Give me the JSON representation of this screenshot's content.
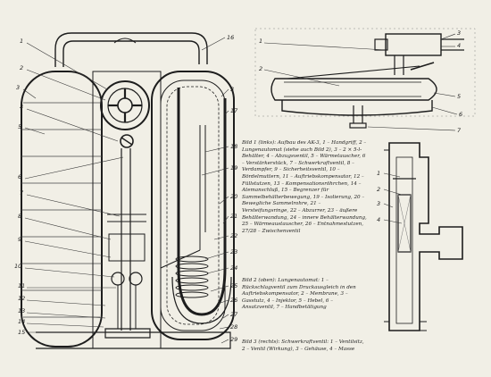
{
  "figure1": {
    "callouts_left": [
      "1",
      "2",
      "3",
      "4",
      "5",
      "6",
      "7",
      "8",
      "9",
      "10",
      "11",
      "12",
      "13",
      "14",
      "15"
    ],
    "callouts_right": [
      "16",
      "3",
      "17",
      "18",
      "19",
      "20",
      "21",
      "22",
      "23",
      "24",
      "25",
      "26",
      "27",
      "28",
      "29"
    ]
  },
  "figure2": {
    "callouts": [
      "1",
      "2",
      "3",
      "4",
      "5",
      "6",
      "7"
    ]
  },
  "figure3": {
    "callouts": [
      "1",
      "2",
      "3",
      "4"
    ]
  },
  "captions": {
    "bild1": "Bild 1 (links): Aufbau des AK-3, 1 – Handgriff, 2 – Lungenautomat (siehe auch Bild 2), 3 – 2 × 5-l-Behälter, 4 – Abzugsventil, 5 – Wärmetauscher, 6 – Verstärkerstück, 7 – Schwerkraftventil, 8 – Verdampfer, 9 – Sicherheitsventil, 10 – Bördelmuttern, 11 – Auftriebskompensator, 12 – Füllstutzen, 13 – Kompensationsröhrchen, 14 – Atemanschluß, 15 – Begrenzer für Sammelbehälterbewegung, 19 – Isolierung, 20 – Bewegliche Sammelrohre, 21 – Versteifungsringe, 22 – Abzurrer, 23 – äußere Behälterwandung, 24 – innere Behälterwandung, 25 – Wärmeaustauscher, 26 – Entnahmestutzen, 27/28 – Zwischenventil",
    "bild2": "Bild 2 (oben): Lungenautomat: 1 – Rückschlagventil zum Druckausgleich in den Auftriebskompensator, 2 – Membrane, 3 – Gasstutz, 4 – Injektor, 5 – Hebel, 6 – Ansatzventil, 7 – Handbetätigung",
    "bild3": "Bild 3 (rechts): Schwerkraftventil: 1 – Ventilsitz, 2 – Ventil (Wirkung), 3 – Gehäuse, 4 – Masse"
  }
}
